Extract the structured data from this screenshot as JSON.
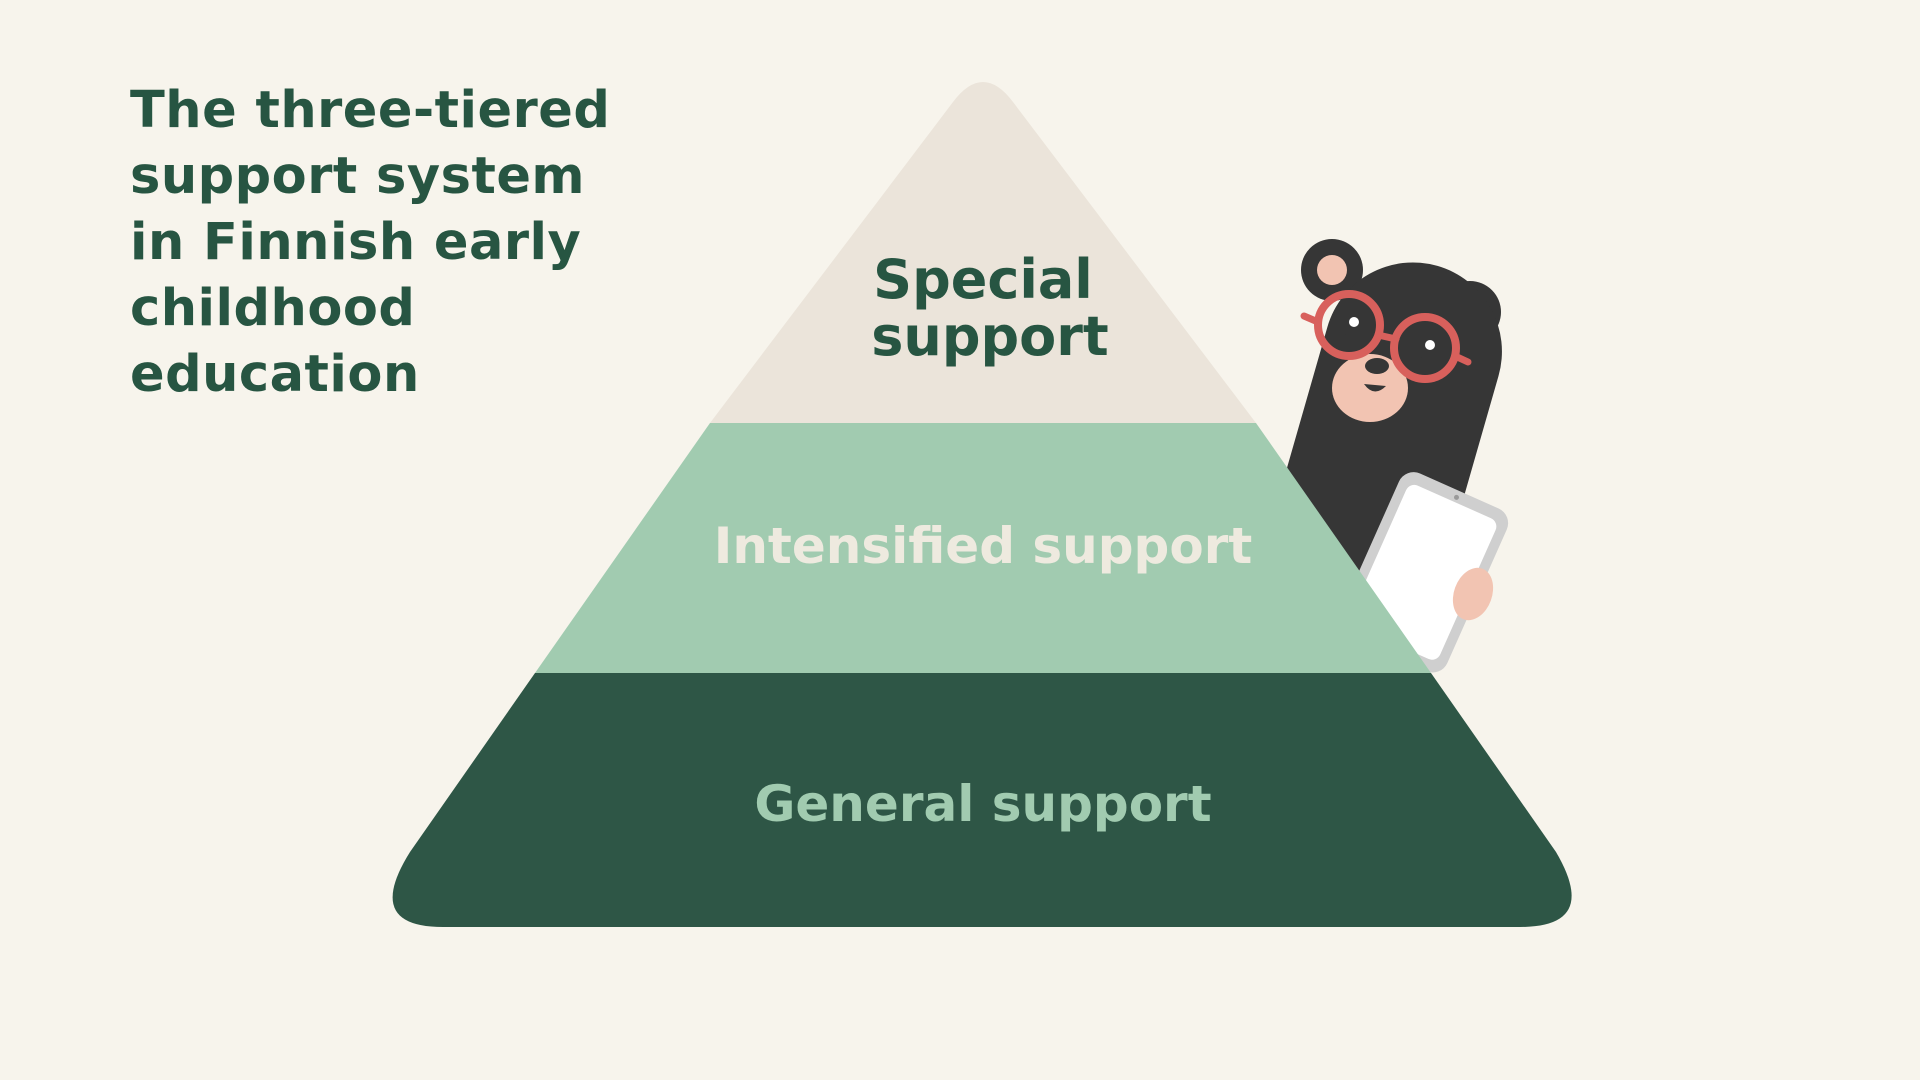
{
  "colors": {
    "background": "#f7f4ec",
    "title": "#275542",
    "tier_top": "#ebe4da",
    "tier_middle": "#a1cbb0",
    "tier_bottom": "#2e5646",
    "label_top": "#275542",
    "label_middle": "#eeeadf",
    "label_bottom": "#a1cbb0",
    "bear_body": "#363636",
    "bear_ear_inner": "#f2c4b2",
    "bear_muzzle": "#f2c4b2",
    "glasses": "#d8605c",
    "tablet_frame": "#cfcfcf",
    "tablet_screen": "#ffffff"
  },
  "title": {
    "lines": [
      "The three-tiered",
      "support system",
      "in Finnish early",
      "childhood",
      "education"
    ]
  },
  "pyramid": {
    "tiers": [
      {
        "id": "special",
        "lines": [
          "Special",
          "support"
        ]
      },
      {
        "id": "intensified",
        "lines": [
          "Intensified support"
        ]
      },
      {
        "id": "general",
        "lines": [
          "General support"
        ]
      }
    ]
  },
  "mascot": {
    "icon": "bear-with-glasses-and-tablet-icon"
  }
}
